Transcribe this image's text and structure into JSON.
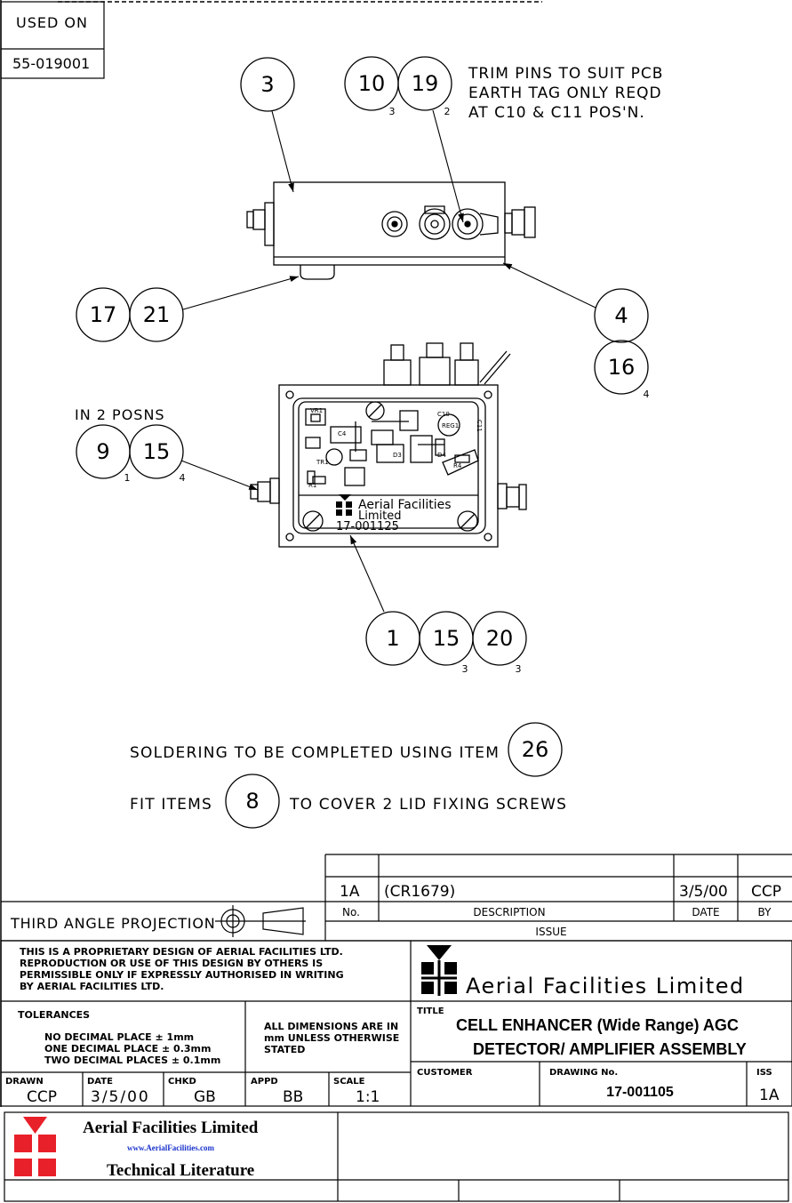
{
  "used_on": {
    "label": "USED ON",
    "value": "55-019001"
  },
  "notes": {
    "trim": [
      "TRIM PINS TO SUIT PCB",
      "EARTH TAG ONLY REQD",
      "AT C10 & C11 POS'N."
    ],
    "in_posns": "IN 2 POSNS",
    "soldering": "SOLDERING TO BE COMPLETED USING ITEM",
    "fit_items": "FIT ITEMS",
    "fit_items_rest": "TO COVER 2 LID FIXING SCREWS"
  },
  "balloons": {
    "b3": "3",
    "b10": "10",
    "b19": "19",
    "q10": "3",
    "q19": "2",
    "b17": "17",
    "b21": "21",
    "b4": "4",
    "b16": "16",
    "q16": "4",
    "b9": "9",
    "b15a": "15",
    "q9": "1",
    "q15a": "4",
    "b1": "1",
    "b15b": "15",
    "b20": "20",
    "q15b": "3",
    "q20": "3",
    "b26": "26",
    "b8": "8"
  },
  "pcb": {
    "vr1": "VR1",
    "c10": "C10",
    "reg1": "REG1",
    "c11": "C11",
    "tr1": "TR1",
    "r4": "R4",
    "r1": "R1",
    "c4": "C4",
    "d3": "D3",
    "d4": "D4",
    "logo_line1": "Aerial Facilities",
    "logo_line2": "Limited",
    "part_no": "17-001125"
  },
  "revision": {
    "iss": "1A",
    "desc": "(CR1679)",
    "date": "3/5/00",
    "by": "CCP",
    "h_no": "No.",
    "h_desc": "DESCRIPTION",
    "h_date": "DATE",
    "h_by": "BY",
    "h_issue": "ISSUE"
  },
  "projection": "THIRD ANGLE PROJECTION",
  "proprietary": [
    "THIS IS A PROPRIETARY DESIGN OF AERIAL FACILITIES LTD.",
    "REPRODUCTION OR USE OF THIS DESIGN BY OTHERS IS",
    "PERMISSIBLE ONLY IF EXPRESSLY AUTHORISED IN WRITING",
    "BY AERIAL FACILITIES LTD."
  ],
  "company": "Aerial Facilities Limited",
  "tolerances": {
    "label": "TOLERANCES",
    "lines": [
      "NO DECIMAL PLACE ± 1mm",
      "ONE DECIMAL PLACE ± 0.3mm",
      "TWO DECIMAL PLACES ± 0.1mm"
    ]
  },
  "dimensions_note": [
    "ALL DIMENSIONS ARE IN",
    "mm UNLESS OTHERWISE",
    "STATED"
  ],
  "title_block": {
    "title_label": "TITLE",
    "title_line1": "CELL ENHANCER (Wide Range) AGC",
    "title_line2": "DETECTOR/ AMPLIFIER ASSEMBLY",
    "customer_label": "CUSTOMER",
    "drawing_no_label": "DRAWING No.",
    "drawing_no": "17-001105",
    "iss_label": "ISS",
    "iss": "1A"
  },
  "signoff": {
    "drawn_label": "DRAWN",
    "drawn": "CCP",
    "date_label": "DATE",
    "date": "3/5/00",
    "chkd_label": "CHKD",
    "chkd": "GB",
    "appd_label": "APPD",
    "appd": "BB",
    "scale_label": "SCALE",
    "scale": "1:1"
  },
  "footer": {
    "company": "Aerial Facilities Limited",
    "url": "www.AerialFacilities.com",
    "subtitle": "Technical Literature"
  },
  "colors": {
    "logo_red": "#e8202a",
    "line": "#000000",
    "url_blue": "#1a33cc"
  }
}
